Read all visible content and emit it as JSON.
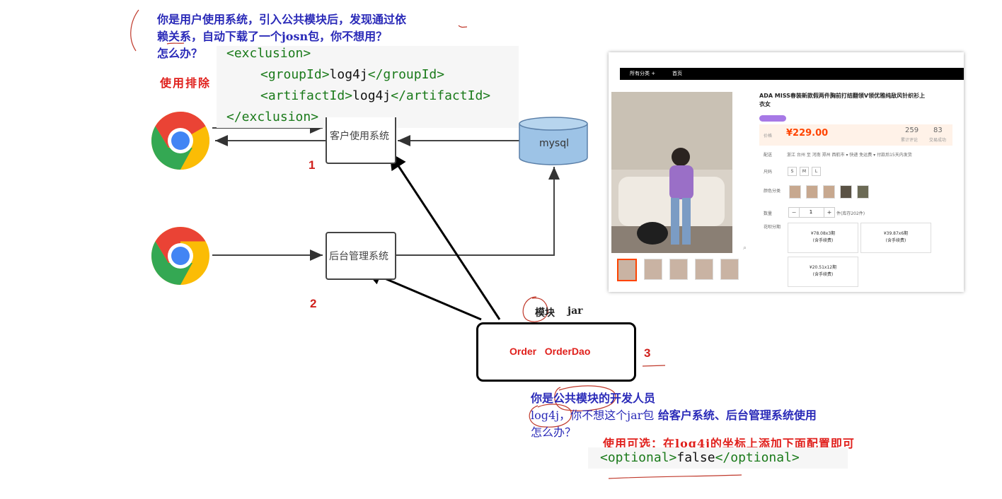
{
  "top_note": {
    "line1": "你是用户使用系统，引入公共模块后，发现通过依",
    "line2": "赖关系，自动下载了一个josn包，你不想用？",
    "line3": "怎么办？"
  },
  "use_exclusion_label": "使用排除",
  "exclusion_code": {
    "line1": "<exclusion>",
    "line2_open": "<groupId>",
    "line2_value": "log4j",
    "line2_close": "</groupId>",
    "line3_open": "<artifactId>",
    "line3_value": "log4j",
    "line3_close": "</artifactId>",
    "line4": "</exclusion>"
  },
  "nodes": {
    "customer_system": "客户使用系统",
    "admin_system": "后台管理系统",
    "mysql": "mysql",
    "module_content": "Order   OrderDao",
    "module_label": "模块",
    "jar_label": "jar"
  },
  "numbers": {
    "n1": "1",
    "n2": "2",
    "n3": "3"
  },
  "bottom_note": {
    "line1": "你是公共模块的开发人员",
    "line2_prefix": "log4j，你不想这个jar包",
    "line2_suffix": " 给客户系统、后台管理系统使用",
    "line3": "怎么办？"
  },
  "optional_label": "使用可选：在log4j的坐标上添加下面配置即可",
  "optional_code": {
    "open": "<optional>",
    "value": "false",
    "close": "</optional>"
  },
  "product": {
    "nav_all": "所有分类 +",
    "nav_home": "首页",
    "title_line1": "ADA MISS春装新款假两件胸前打结翻领V领优雅纯敌风针织衫上",
    "title_line2": "衣女",
    "price_label": "价格",
    "price": "¥229.00",
    "reviews_count": "259",
    "reviews_label": "累计评论",
    "sales_count": "83",
    "sales_label": "交易成功",
    "delivery_label": "配送",
    "delivery_text": "浙江 台州 至  河南 郑州 西航市 ▾  快递 免运费 ▾  付款后15天内发货",
    "size_label": "尺码",
    "sizes": [
      "S",
      "M",
      "L"
    ],
    "color_label": "颜色分类",
    "qty_label": "数量",
    "qty_value": "1",
    "stock_text": "件(库存202件)",
    "install_label": "花呗分期",
    "plans": [
      {
        "amount": "¥78.08x3期",
        "note": "(含手续费)"
      },
      {
        "amount": "¥39.87x6期",
        "note": "(含手续费)"
      },
      {
        "amount": "¥20.51x12期",
        "note": "(含手续费)"
      }
    ]
  },
  "colors": {
    "blue_note": "#2a2ab8",
    "red_note": "#e0201c",
    "code_tag": "#1a7a1a",
    "mysql_fill": "#9dc3e6",
    "price": "#ff4400"
  }
}
